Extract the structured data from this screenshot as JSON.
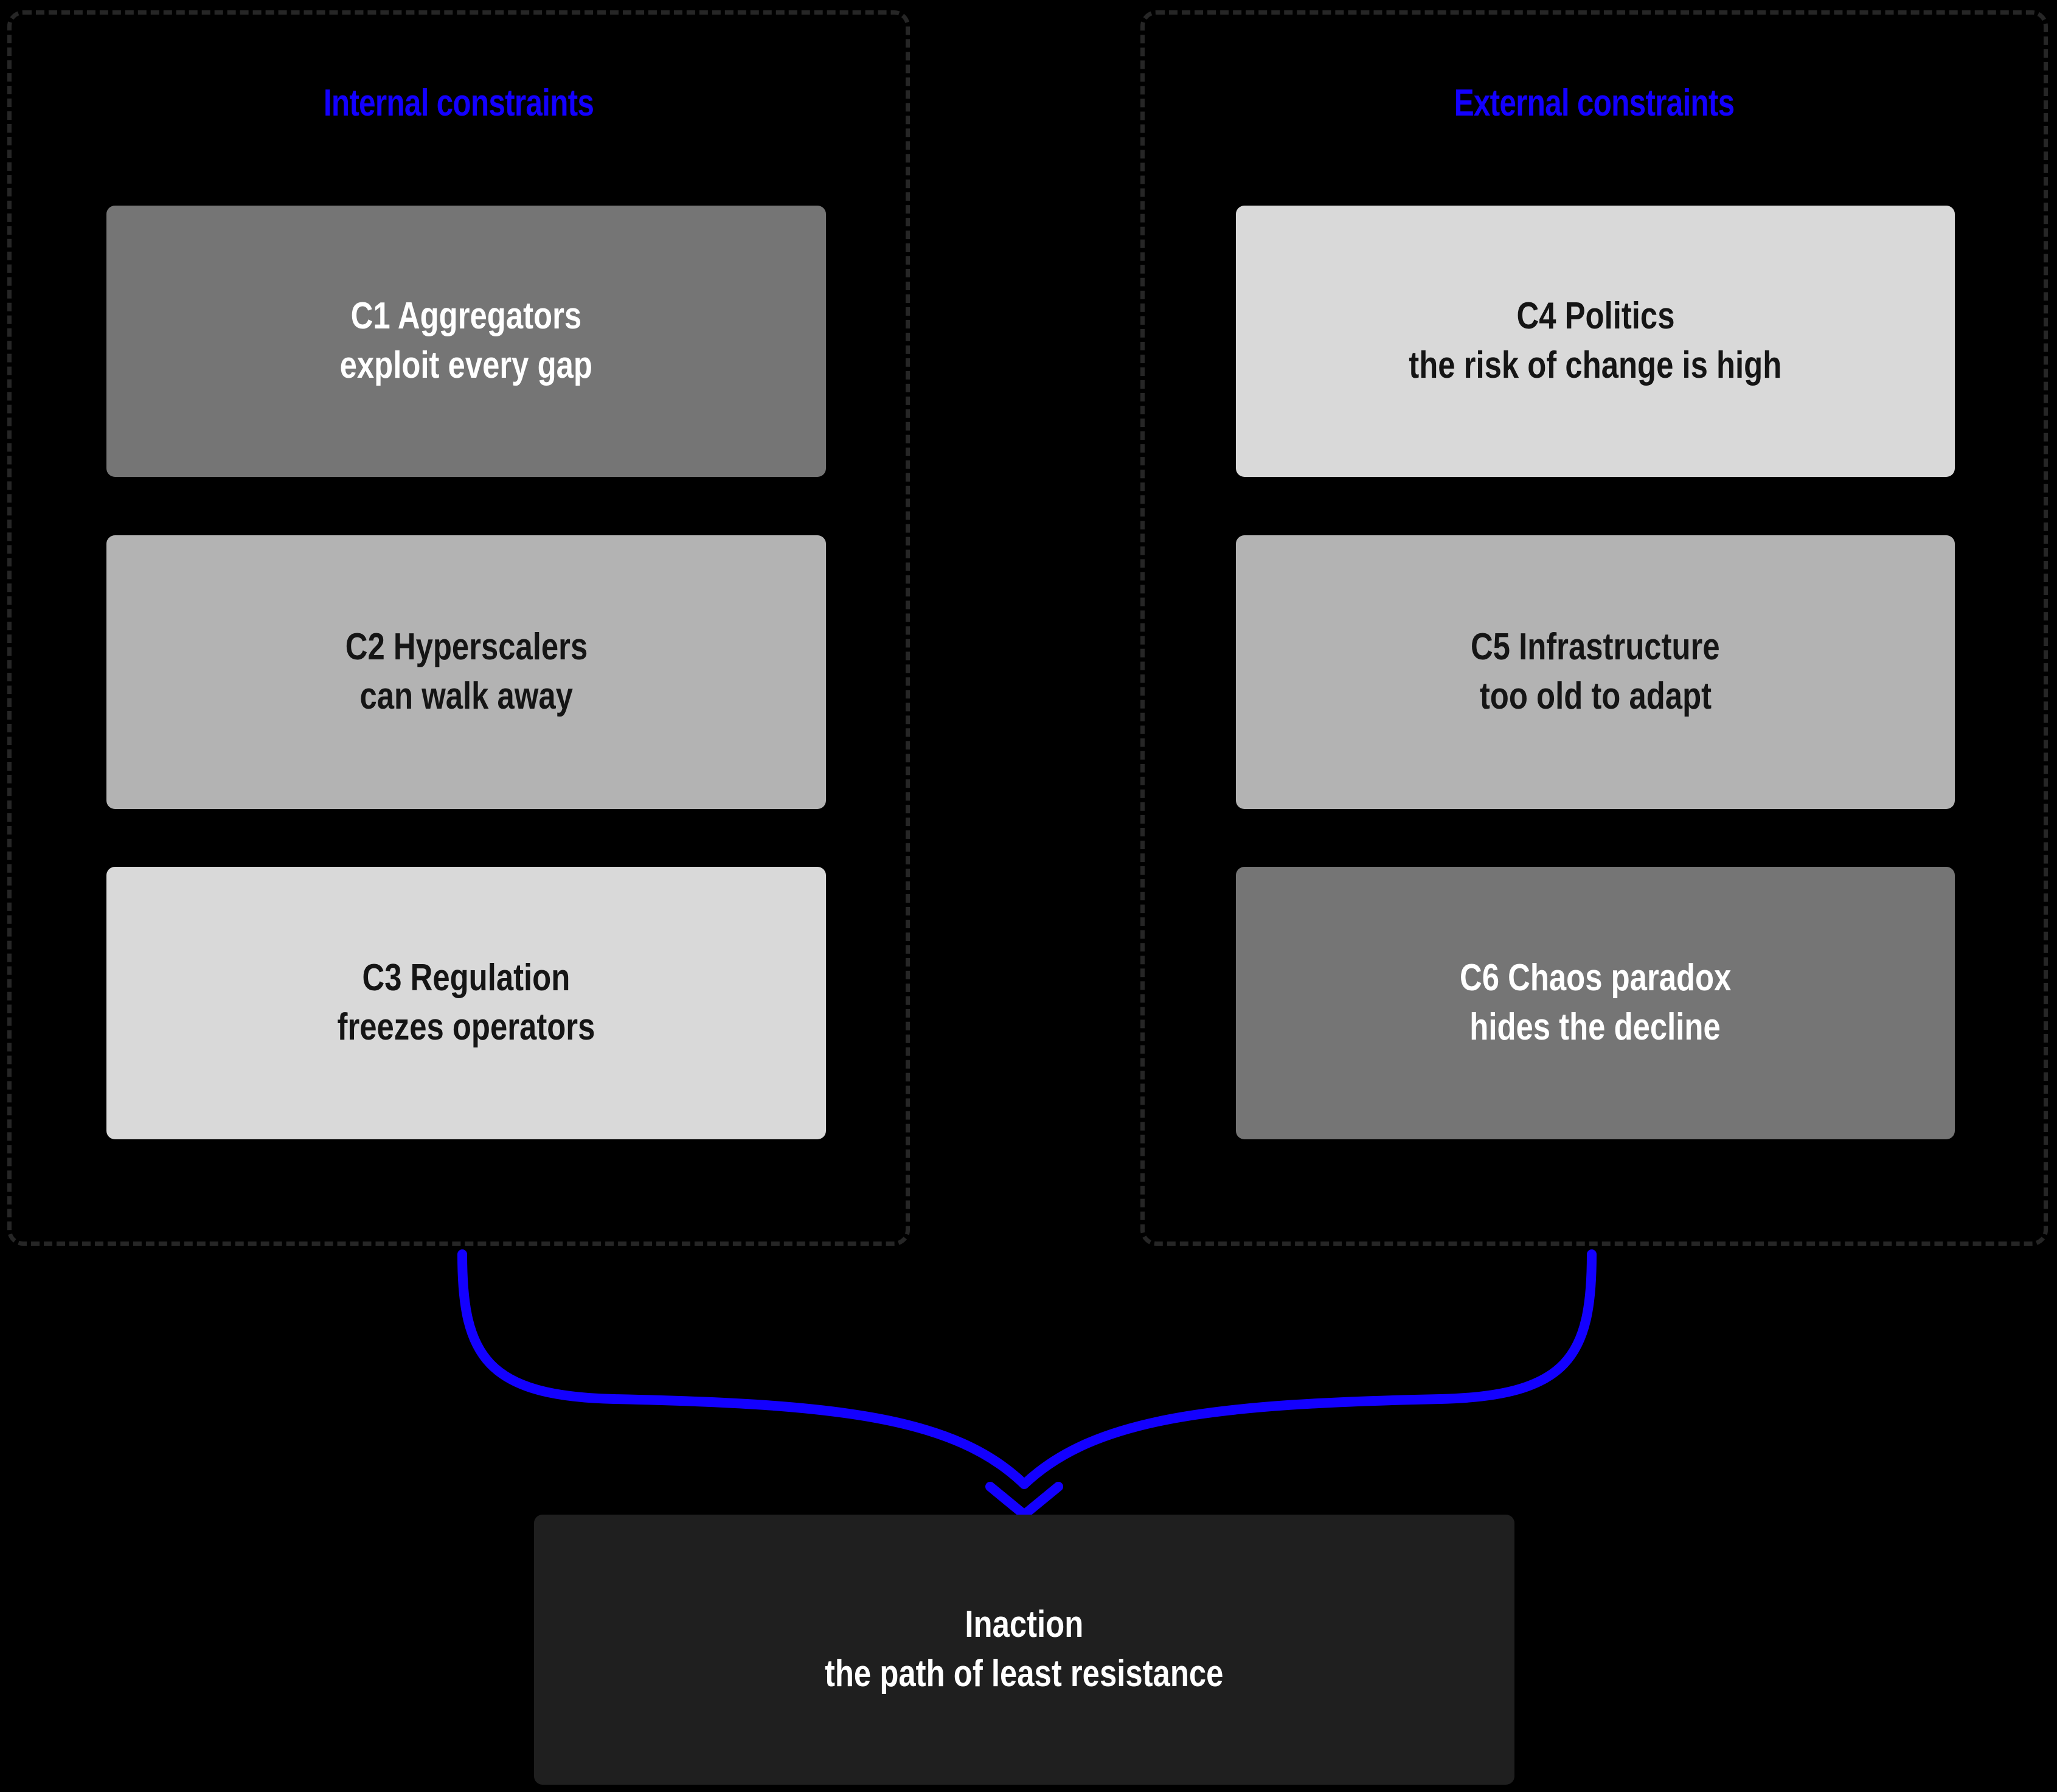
{
  "diagram": {
    "title_internal": "Internal constraints",
    "title_external": "External constraints",
    "accent_color": "#1300ff",
    "background_color": "#000000",
    "groups": [
      {
        "id": "internal",
        "label": "Internal constraints",
        "cards": [
          {
            "id": "c1",
            "heading": "C1 Aggregators",
            "detail": "exploit every gap",
            "fill": "#757575",
            "text_color": "#ffffff"
          },
          {
            "id": "c2",
            "heading": "C2 Hyperscalers",
            "detail": "can walk away",
            "fill": "#b3b3b3",
            "text_color": "#151515"
          },
          {
            "id": "c3",
            "heading": "C3 Regulation",
            "detail": "freezes operators",
            "fill": "#d9d9d9",
            "text_color": "#151515"
          }
        ]
      },
      {
        "id": "external",
        "label": "External constraints",
        "cards": [
          {
            "id": "c4",
            "heading": "C4 Politics",
            "detail": "the risk of change is high",
            "fill": "#d9d9d9",
            "text_color": "#151515"
          },
          {
            "id": "c5",
            "heading": "C5 Infrastructure",
            "detail": "too old to adapt",
            "fill": "#b3b3b3",
            "text_color": "#151515"
          },
          {
            "id": "c6",
            "heading": "C6 Chaos paradox",
            "detail": "hides the decline",
            "fill": "#757575",
            "text_color": "#ffffff"
          }
        ]
      }
    ],
    "outcome": {
      "heading": "Inaction",
      "detail": "the path of least resistance",
      "fill": "#1f1f1f",
      "text_color": "#ffffff"
    },
    "connectors": {
      "color": "#1300ff",
      "from_internal": "Internal constraints",
      "from_external": "External constraints",
      "to": "Inaction"
    }
  }
}
